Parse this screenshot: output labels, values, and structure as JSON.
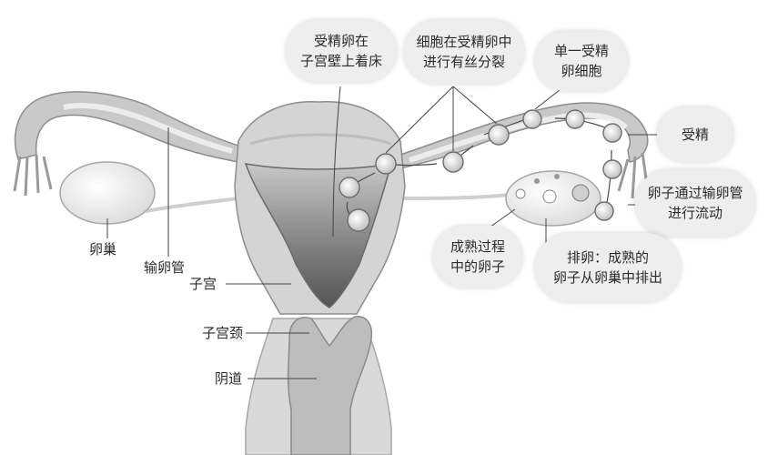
{
  "labels": {
    "ovary": "卵巢",
    "fallopian_tube": "输卵管",
    "uterus": "子宫",
    "cervix": "子宫颈",
    "vagina": "阴道",
    "fertilization": "受精"
  },
  "bubbles": {
    "implantation": [
      "受精卵在",
      "子宫壁上着床"
    ],
    "cell_division": [
      "细胞在受精卵中",
      "进行有丝分裂"
    ],
    "single_cell": [
      "单一受精",
      "卵细胞"
    ],
    "egg_flow": [
      "卵子通过输卵管",
      "进行流动"
    ],
    "maturing_egg": [
      "成熟过程",
      "中的卵子"
    ],
    "ovulation": [
      "排卵：成熟的",
      "卵子从卵巢中排出"
    ]
  },
  "colors": {
    "tube_outer": "#c9c9c9",
    "tube_inner": "#e9e9e9",
    "uterus_wall": "#d4d4d4",
    "cavity": "#9a9a9a",
    "bubble_bg": "#eeeeee",
    "text": "#2b2b2b"
  }
}
